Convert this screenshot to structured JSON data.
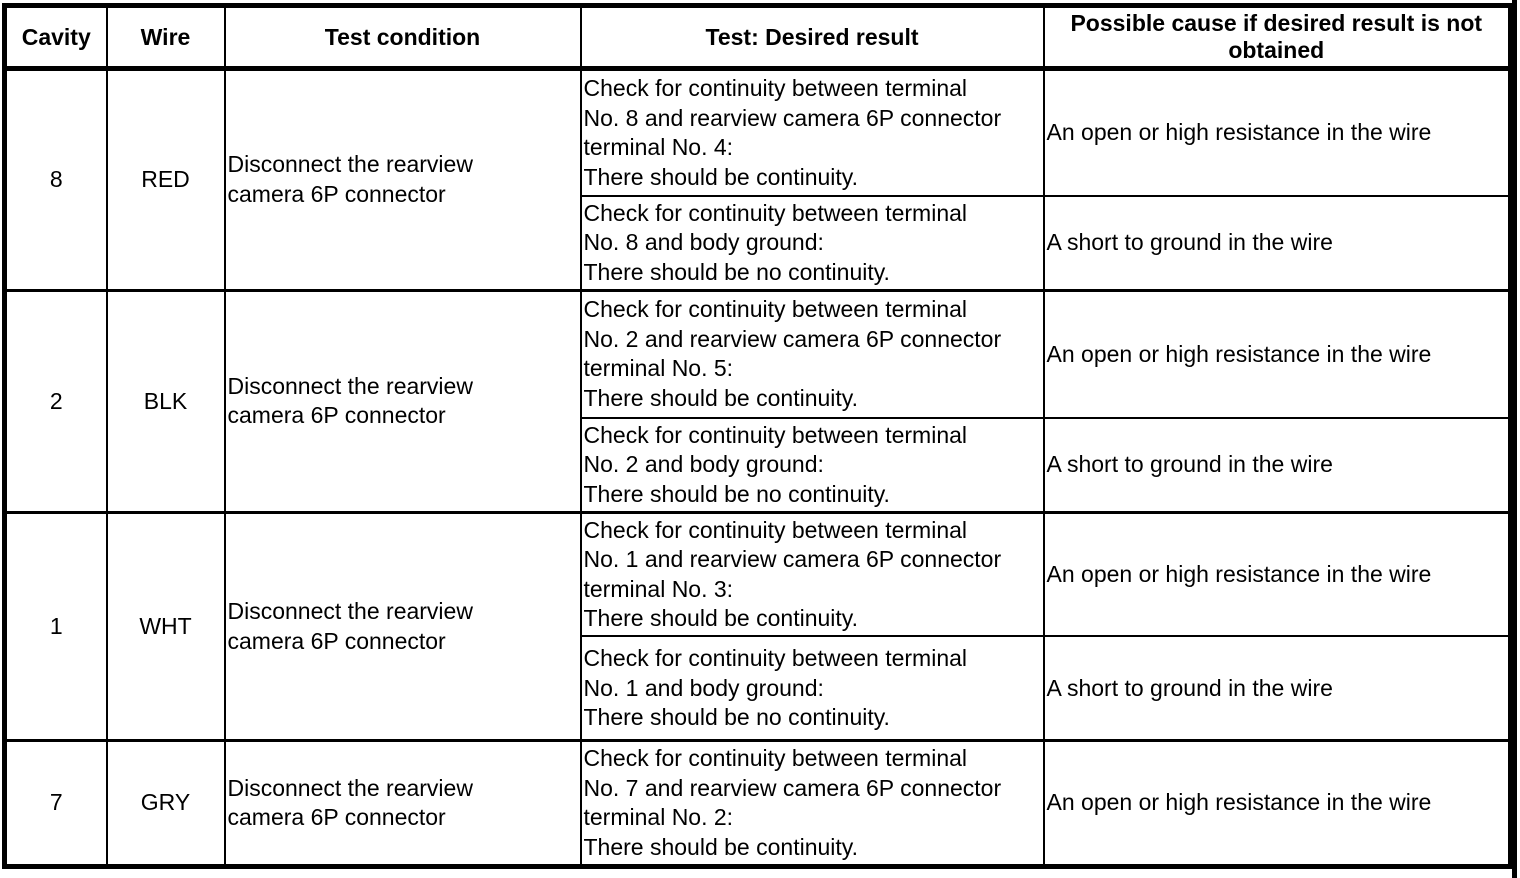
{
  "colors": {
    "background": "#ffffff",
    "border": "#000000",
    "text": "#000000"
  },
  "table": {
    "headers": [
      "Cavity",
      "Wire",
      "Test condition",
      "Test: Desired result",
      "Possible cause if desired result is not\nobtained"
    ],
    "rows": [
      {
        "cavity": "8",
        "wire": "RED",
        "condition": "Disconnect the rearview\ncamera 6P connector",
        "tests": [
          {
            "desired": "Check for continuity between terminal\nNo. 8 and rearview camera 6P connector\nterminal No. 4:\nThere should be continuity.",
            "cause": "An open or high resistance in the wire"
          },
          {
            "desired": "Check for continuity between terminal\nNo. 8 and body ground:\nThere should be no continuity.",
            "cause": "A short to ground in the wire"
          }
        ]
      },
      {
        "cavity": "2",
        "wire": "BLK",
        "condition": "Disconnect the rearview\ncamera 6P connector",
        "tests": [
          {
            "desired": "Check for continuity between terminal\nNo. 2 and rearview camera 6P connector\nterminal No. 5:\nThere should be continuity.",
            "cause": "An open or high resistance in the wire"
          },
          {
            "desired": "Check for continuity between terminal\nNo. 2 and body ground:\nThere should be no continuity.",
            "cause": "A short to ground in the wire"
          }
        ]
      },
      {
        "cavity": "1",
        "wire": "WHT",
        "condition": "Disconnect the rearview\ncamera 6P connector",
        "tests": [
          {
            "desired": "Check for continuity between terminal\nNo. 1 and rearview camera 6P connector\nterminal No. 3:\nThere should be continuity.",
            "cause": "An open or high resistance in the wire"
          },
          {
            "desired": "Check for continuity between terminal\nNo. 1 and body ground:\nThere should be no continuity.",
            "cause": "A short to ground in the wire"
          }
        ]
      },
      {
        "cavity": "7",
        "wire": "GRY",
        "condition": "Disconnect the rearview\ncamera 6P connector",
        "tests": [
          {
            "desired": "Check for continuity between terminal\nNo. 7 and rearview camera 6P connector\nterminal No. 2:\nThere should be continuity.",
            "cause": "An open or high resistance in the wire"
          }
        ]
      }
    ]
  }
}
